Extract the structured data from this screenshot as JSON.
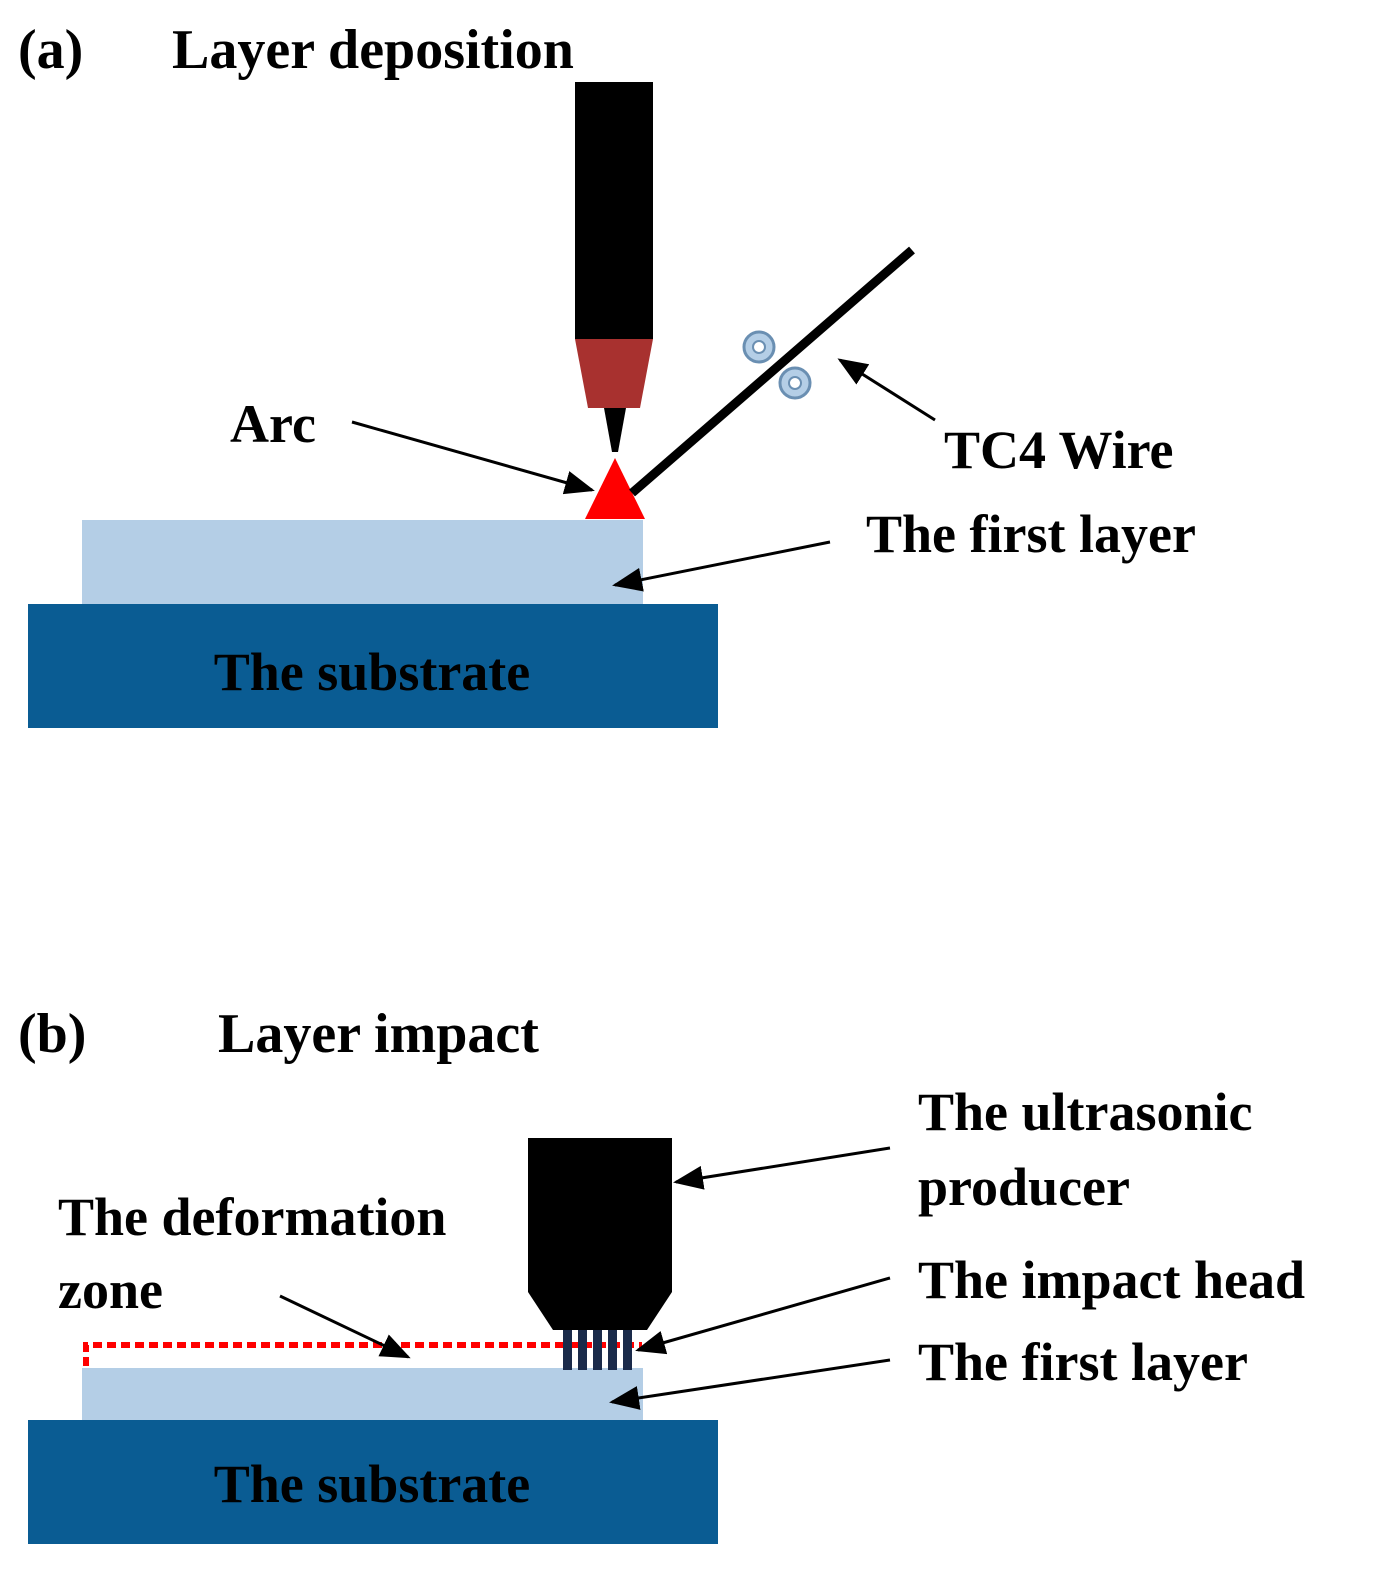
{
  "panel_a": {
    "tag": "(a)",
    "title": "Layer deposition",
    "labels": {
      "arc": "Arc",
      "wire": "TC4 Wire",
      "first_layer": "The first layer",
      "substrate": "The substrate"
    }
  },
  "panel_b": {
    "tag": "(b)",
    "title": "Layer impact",
    "labels": {
      "ultrasonic_line1": "The ultrasonic",
      "ultrasonic_line2": "producer",
      "deformation_line1": "The deformation",
      "deformation_line2": "zone",
      "impact_head": "The impact head",
      "first_layer": "The first layer",
      "substrate": "The substrate"
    }
  },
  "colors": {
    "substrate": "#0a5c93",
    "layer": "#b4cee6",
    "torch_body": "#000000",
    "nozzle": "#a8312f",
    "arc": "#ff0000",
    "roller": "#b4cee6",
    "deformation_outline": "#ff0000",
    "impact_pins": "#1a2a4a"
  }
}
